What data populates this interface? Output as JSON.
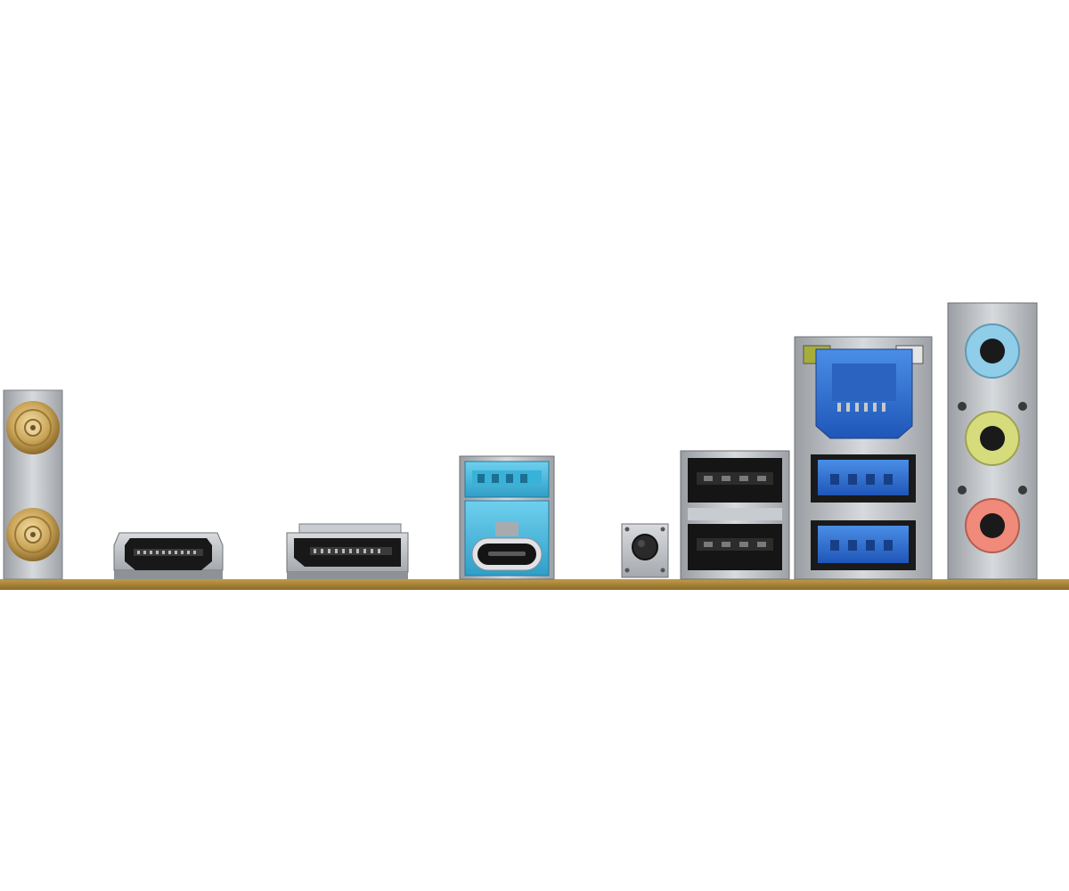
{
  "scene": {
    "background": "#ffffff",
    "pcb_color": "#a8832f",
    "ports": [
      {
        "name": "wifi-antenna-connectors",
        "icon": "antenna-connector-icon",
        "count": 2,
        "color": "#d4b26a"
      },
      {
        "name": "hdmi-port",
        "icon": "hdmi-icon",
        "color": "#1a1a1a"
      },
      {
        "name": "displayport-port",
        "icon": "displayport-icon",
        "color": "#1a1a1a"
      },
      {
        "name": "usb-a-and-usb-c-stack",
        "icon": "usb-icon",
        "color": "#3fb6dc"
      },
      {
        "name": "bios-flashback-button",
        "icon": "button-icon",
        "color": "#3a3a3a"
      },
      {
        "name": "usb2-stack",
        "icon": "usb-icon",
        "count": 2,
        "color": "#151515"
      },
      {
        "name": "lan-and-usb3-stack",
        "icon": "ethernet-icon",
        "color": "#2d6fcf"
      },
      {
        "name": "audio-jacks",
        "icon": "audio-jack-icon",
        "count": 3,
        "colors": [
          "#8fcde8",
          "#d6dc7c",
          "#f08a7a"
        ]
      }
    ]
  }
}
